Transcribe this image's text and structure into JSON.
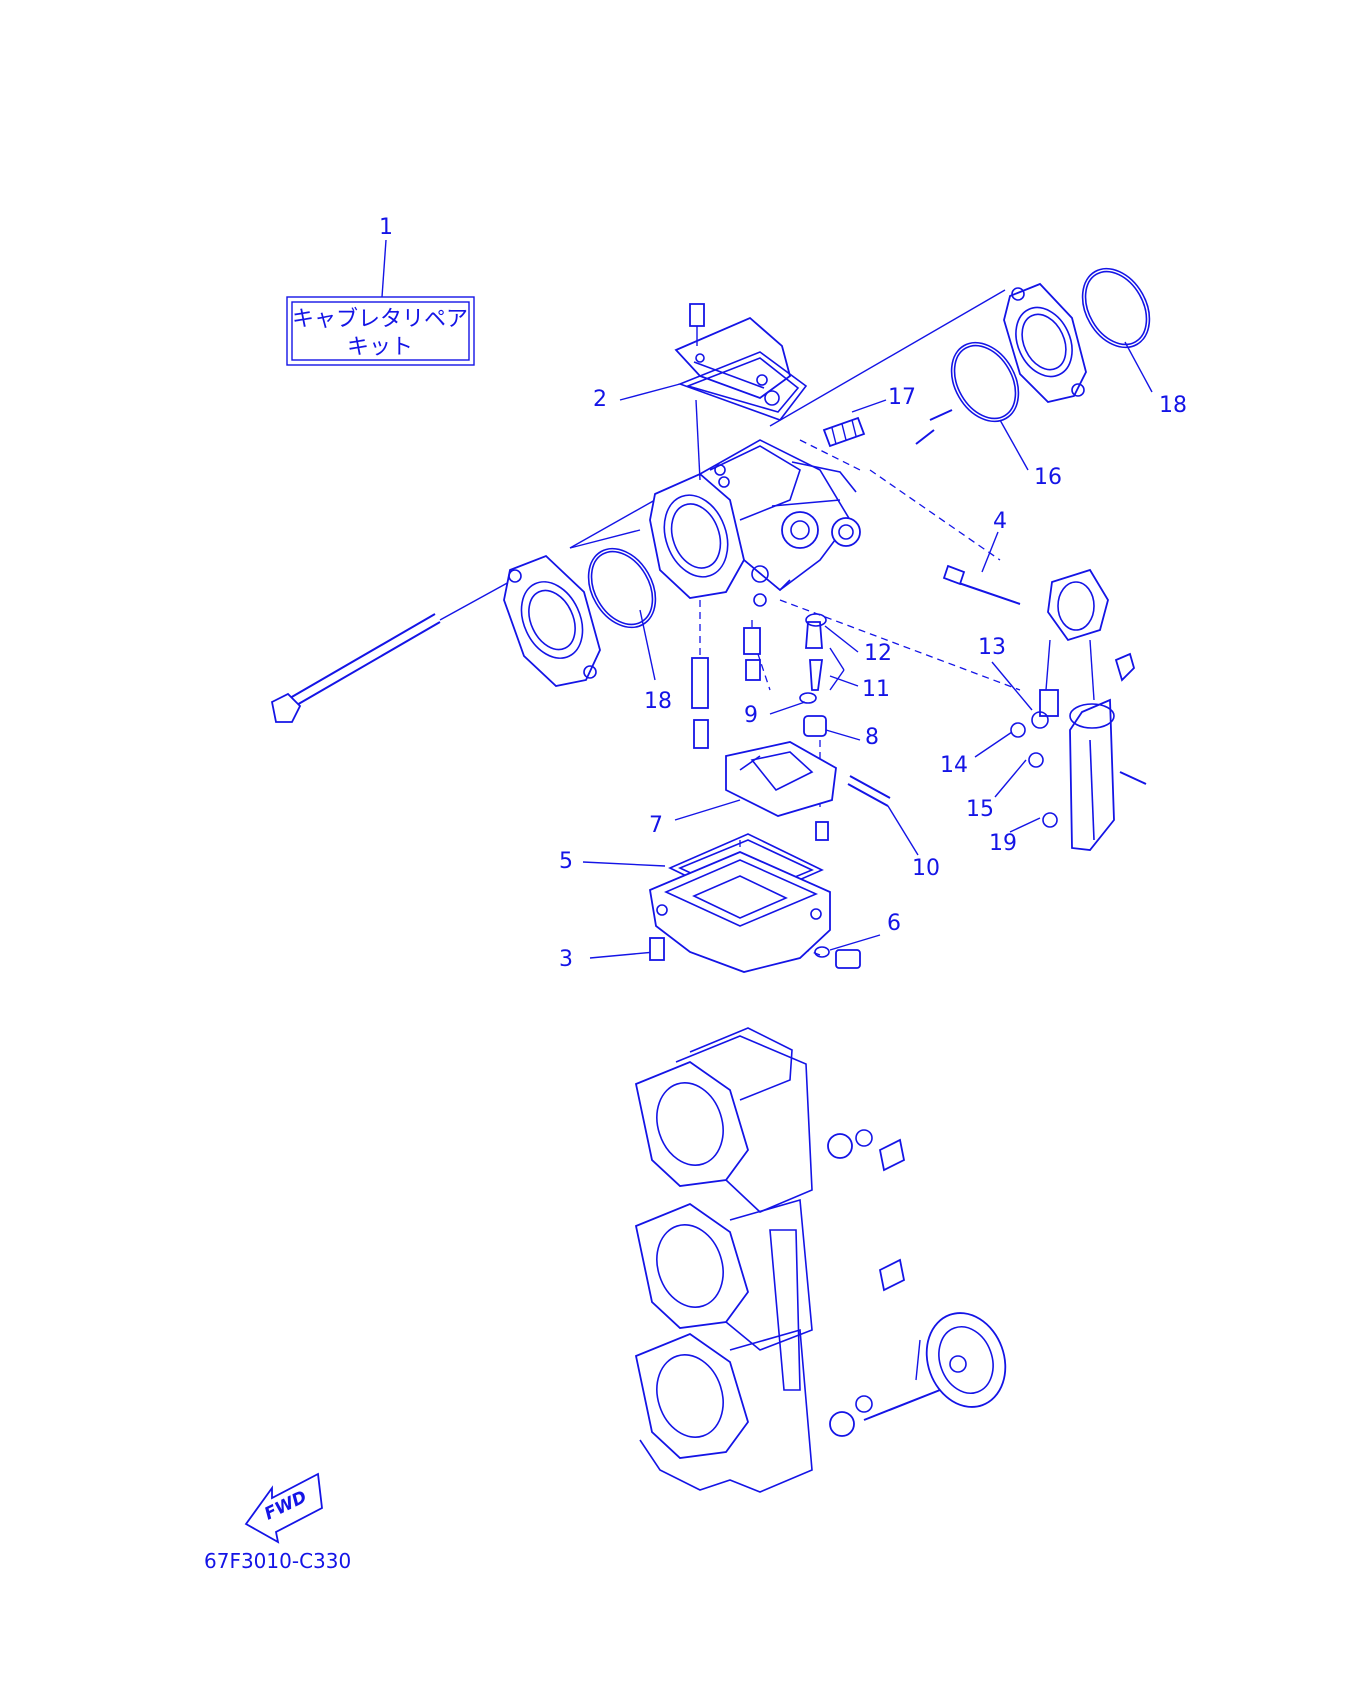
{
  "kit_box": {
    "line1": "キャブレタリペア",
    "line2": "キット"
  },
  "callouts": [
    "1",
    "2",
    "3",
    "4",
    "5",
    "6",
    "7",
    "8",
    "9",
    "10",
    "11",
    "12",
    "13",
    "14",
    "15",
    "16",
    "17",
    "18",
    "18",
    "19"
  ],
  "fwd_label": "FWD",
  "diagram_code": "67F3010-C330",
  "colors": {
    "line": "#1414e6",
    "background": "#ffffff"
  }
}
